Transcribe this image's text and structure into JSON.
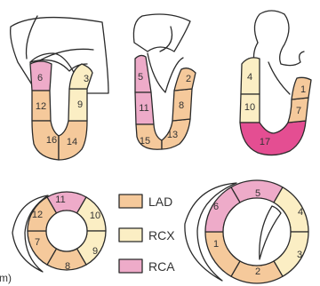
{
  "colors": {
    "LAD": "#f5c99b",
    "RCX": "#fbeec4",
    "RCA": "#eeabc9",
    "apex_17": "#e44e92",
    "outline": "#2b2b2b"
  },
  "legend": [
    {
      "label": "LAD",
      "territory": "LAD"
    },
    {
      "label": "RCX",
      "territory": "RCX"
    },
    {
      "label": "RCA",
      "territory": "RCA"
    }
  ],
  "fragment_text": "m)",
  "views": [
    {
      "name": "long-axis-view-1",
      "segments": [
        {
          "label": "6",
          "territory": "RCA"
        },
        {
          "label": "12",
          "territory": "LAD"
        },
        {
          "label": "16",
          "territory": "LAD"
        },
        {
          "label": "14",
          "territory": "LAD"
        },
        {
          "label": "9",
          "territory": "RCX"
        },
        {
          "label": "3",
          "territory": "RCX"
        }
      ]
    },
    {
      "name": "long-axis-view-2",
      "segments": [
        {
          "label": "5",
          "territory": "RCA"
        },
        {
          "label": "11",
          "territory": "RCA"
        },
        {
          "label": "15",
          "territory": "LAD"
        },
        {
          "label": "13",
          "territory": "LAD"
        },
        {
          "label": "8",
          "territory": "LAD"
        },
        {
          "label": "2",
          "territory": "LAD"
        }
      ]
    },
    {
      "name": "long-axis-view-3",
      "segments": [
        {
          "label": "4",
          "territory": "RCX"
        },
        {
          "label": "10",
          "territory": "RCX"
        },
        {
          "label": "17",
          "territory": "apex_17"
        },
        {
          "label": "7",
          "territory": "LAD"
        },
        {
          "label": "1",
          "territory": "LAD"
        }
      ]
    },
    {
      "name": "short-axis-mid",
      "segments": [
        {
          "label": "11",
          "territory": "RCA"
        },
        {
          "label": "10",
          "territory": "RCX"
        },
        {
          "label": "9",
          "territory": "RCX"
        },
        {
          "label": "8",
          "territory": "LAD"
        },
        {
          "label": "7",
          "territory": "LAD"
        },
        {
          "label": "12",
          "territory": "LAD"
        }
      ]
    },
    {
      "name": "short-axis-basal",
      "segments": [
        {
          "label": "5",
          "territory": "RCA"
        },
        {
          "label": "4",
          "territory": "RCX"
        },
        {
          "label": "3",
          "territory": "RCX"
        },
        {
          "label": "2",
          "territory": "LAD"
        },
        {
          "label": "1",
          "territory": "LAD"
        },
        {
          "label": "6",
          "territory": "RCA"
        }
      ]
    }
  ]
}
